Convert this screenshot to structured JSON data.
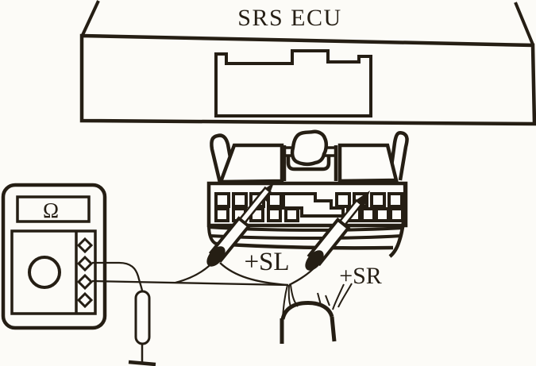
{
  "diagram": {
    "title": "SRS ECU",
    "meter": {
      "display_symbol": "Ω",
      "terminal_count": 4
    },
    "probes": {
      "left_label": "+SL",
      "right_label": "+SR"
    },
    "colors": {
      "line": "#251e14",
      "background": "#fcfbf7"
    }
  }
}
